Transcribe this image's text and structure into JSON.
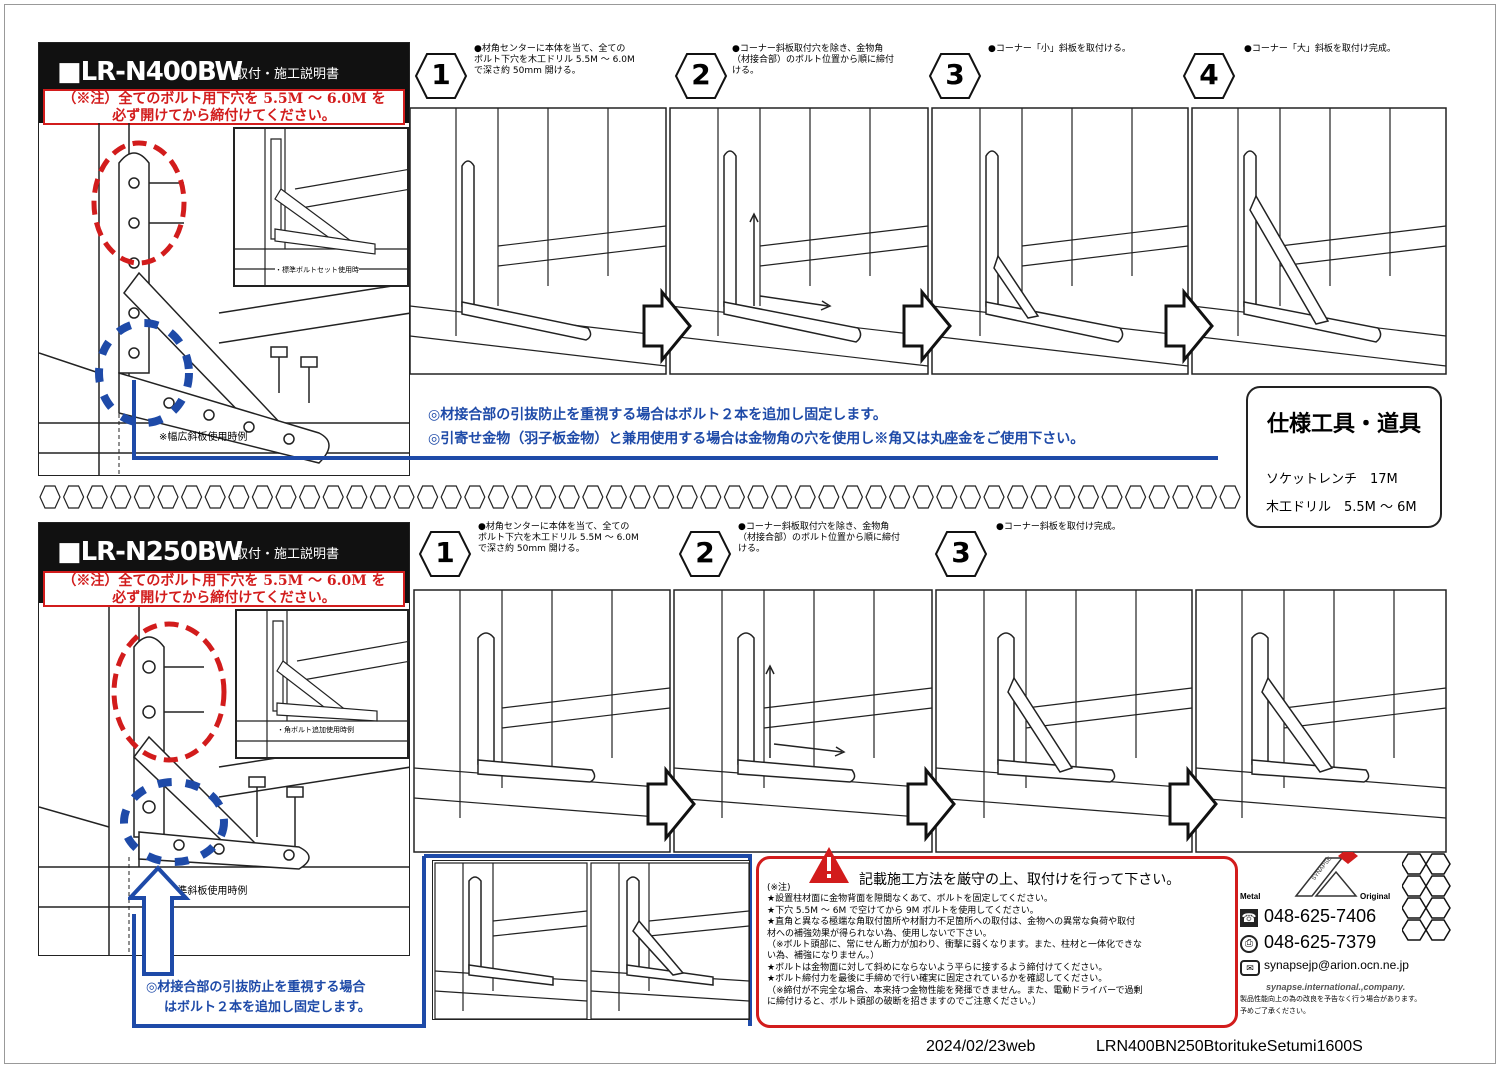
{
  "top": {
    "model": "■LR-N400BW",
    "subtitle": "取付・施工説明書",
    "warning_line1": "（※注）全てのボルト用下穴を 5.5M ～ 6.0M を",
    "warning_line2": "必ず開けてから締付けてください。",
    "inset_caption": "・標準ボルトセット使用時",
    "main_caption": "※幅広斜板使用時例",
    "steps": [
      {
        "num": "1",
        "desc": "●材角センターに本体を当て、全ての\nボルト下穴を木工ドリル 5.5M ～ 6.0M\nで深さ約 50mm 開ける。"
      },
      {
        "num": "2",
        "desc": "●コーナー斜板取付穴を除き、金物角\n（材接合部）のボルト位置から順に締付\nける。"
      },
      {
        "num": "3",
        "desc": "●コーナー「小」斜板を取付ける。"
      },
      {
        "num": "4",
        "desc": "●コーナー「大」斜板を取付け完成。"
      }
    ],
    "note1": "◎材接合部の引抜防止を重視する場合はボルト２本を追加し固定します。",
    "note2": "◎引寄せ金物（羽子板金物）と兼用使用する場合は金物角の穴を使用し※角又は丸座金をご使用下さい。"
  },
  "spec": {
    "title": "仕様工具・道具",
    "item1": "ソケットレンチ　17M",
    "item2": "木工ドリル　5.5M ～ 6M"
  },
  "bottom": {
    "model": "■LR-N250BW",
    "subtitle": "取付・施工説明書",
    "warning_line1": "（※注）全てのボルト用下穴を 5.5M ～ 6.0M を",
    "warning_line2": "必ず開けてから締付けてください。",
    "inset_caption": "・角ボルト追加使用時例",
    "main_caption": "※標準斜板使用時例",
    "steps": [
      {
        "num": "1",
        "desc": "●材角センターに本体を当て、全ての\nボルト下穴を木工ドリル 5.5M ～ 6.0M\nで深さ約 50mm 開ける。"
      },
      {
        "num": "2",
        "desc": "●コーナー斜板取付穴を除き、金物角\n（材接合部）のボルト位置から順に締付\nける。"
      },
      {
        "num": "3",
        "desc": "●コーナー斜板を取付け完成。"
      }
    ],
    "note_line1": "◎材接合部の引抜防止を重視する場合",
    "note_line2": "はボルト２本を追加し固定します。"
  },
  "caution": {
    "heading": "記載施工方法を厳守の上、取付けを行って下さい。",
    "lines": [
      "(※注)",
      "★設置柱材面に金物背面を隙間なくあて、ボルトを固定してください。",
      "★下穴 5.5M ～ 6M で空けてから 9M ボルトを使用してください。",
      "★直角と異なる極端な角取付箇所や材耐力不足箇所への取付は、金物への異常な負荷や取付",
      "材への補強効果が得られない為、使用しないで下さい。",
      "（※ボルト頭部に、常にせん断力が加わり、衝撃に弱くなります。また、柱材と一体化できな",
      "い為、補強になりません。）",
      "★ボルトは金物面に対して斜めにならないよう平らに接するよう締付けてください。",
      "★ボルト締付力を最後に手締めで行い確実に固定されているかを確認してください。",
      "（※締付が不完全な場合、本来持つ金物性能を発揮できません。また、電動ドライバーで過剰",
      "に締付けると、ボルト頭部の破断を招きますのでご注意ください。）"
    ]
  },
  "company": {
    "logo_left": "Metal",
    "logo_mid": "SYNAPSE",
    "logo_right": "Original",
    "tel": "048-625-7406",
    "fax": "048-625-7379",
    "email": "synapsejp@arion.ocn.ne.jp",
    "name": "synapse.international.,company.",
    "disclaimer1": "製品性能向上の為の改良を予告なく行う場合があります。",
    "disclaimer2": "予めご了承ください。"
  },
  "footer": {
    "date": "2024/02/23web",
    "code": "LRN400BN250BtoritukeSetumi1600S"
  }
}
